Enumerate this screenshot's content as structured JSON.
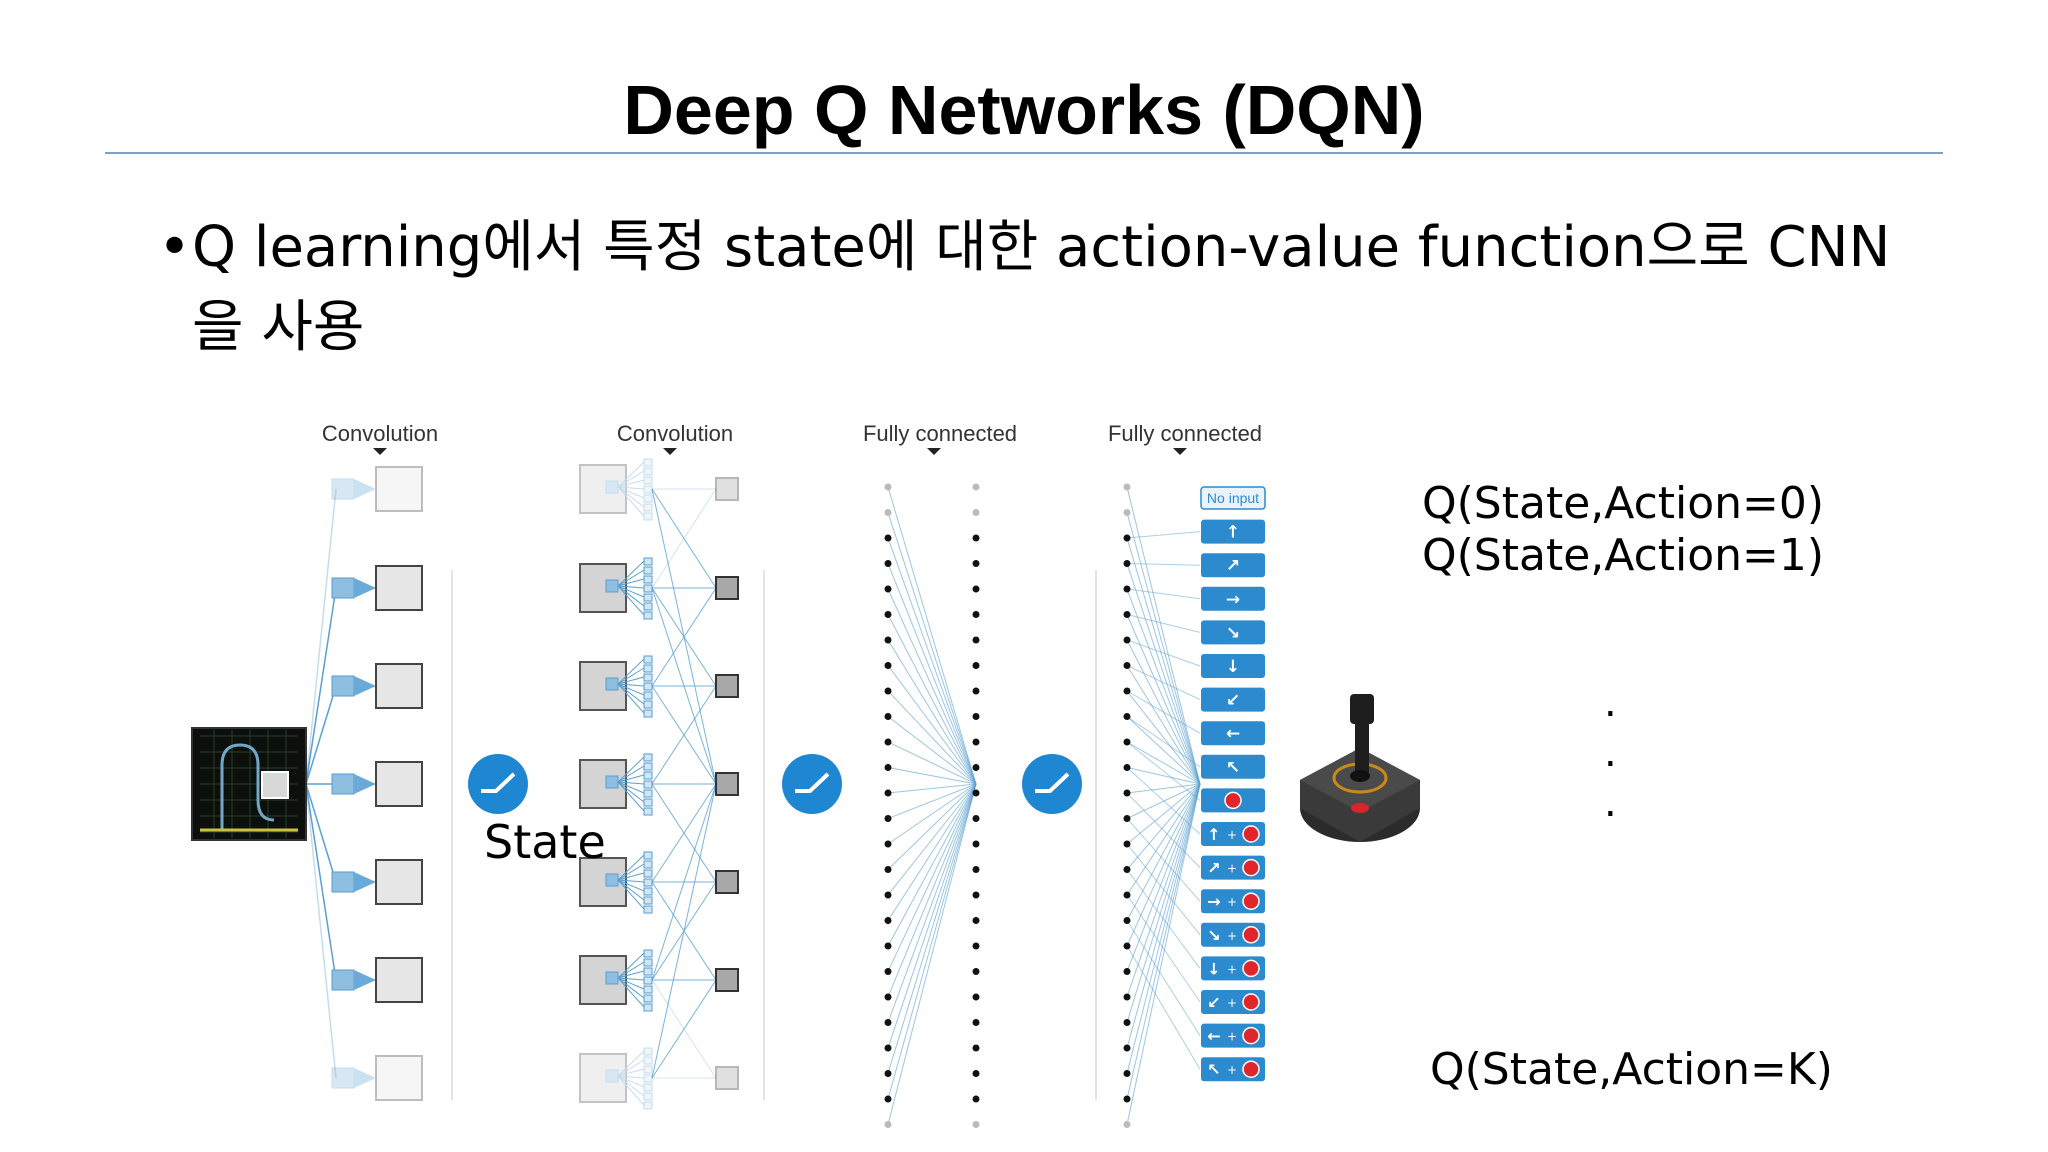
{
  "slide": {
    "title": "Deep Q Networks (DQN)",
    "bullet_text": "Q learning에서 특정 state에 대한 action-value function으로 CNN을 사용"
  },
  "diagram": {
    "layer_labels": [
      "Convolution",
      "Convolution",
      "Fully connected",
      "Fully connected"
    ],
    "state_label": "State",
    "action_first_label": "No input",
    "action_icons": [
      "↑",
      "↗",
      "→",
      "↘",
      "↓",
      "↙",
      "←",
      "↖",
      "fire",
      "↑+fire",
      "↗+fire",
      "→+fire",
      "↘+fire",
      "↓+fire",
      "↙+fire",
      "←+fire",
      "↖+fire"
    ],
    "q_labels": [
      "Q(State,Action=0)",
      "Q(State,Action=1)",
      "Q(State,Action=K)"
    ],
    "ellipsis_dots": [
      ".",
      ".",
      "."
    ],
    "activation_icon": "relu-icon",
    "controller_icon": "joystick-icon",
    "colors": {
      "link": "#5aa0d0",
      "relu": "#1f86d1",
      "action": "#2c8bcf",
      "fire": "#e0262b",
      "rule": "#7f9fc9"
    }
  }
}
